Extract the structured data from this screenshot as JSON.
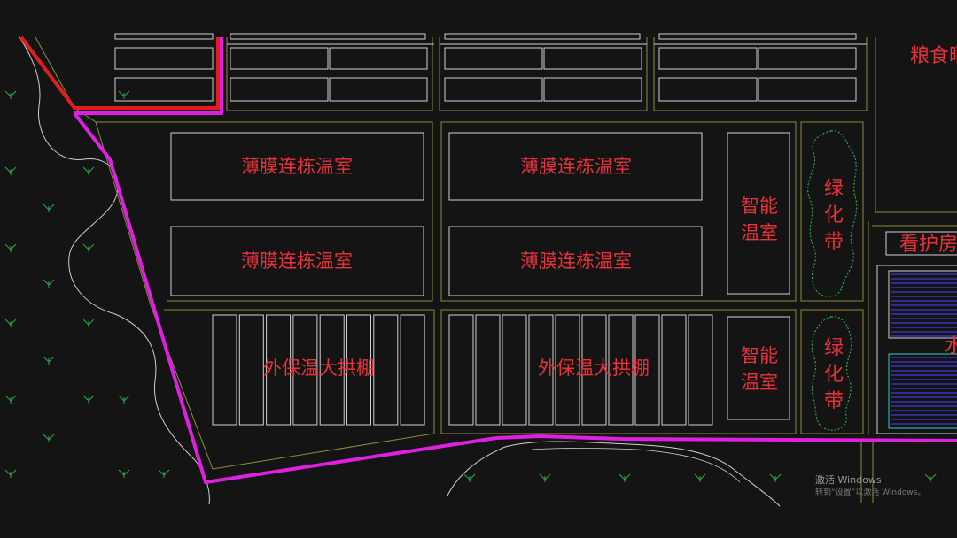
{
  "labels": {
    "film_greenhouse": "薄膜连栋温室",
    "arch_shed": "外保温大拱棚",
    "smart_greenhouse_line1": "智能",
    "smart_greenhouse_line2": "温室",
    "green_belt_1": "绿",
    "green_belt_2": "化",
    "green_belt_3": "带",
    "grain_building": "粮食晒",
    "guard_house": "看护房",
    "partial_label": "水"
  },
  "watermark": {
    "line1": "激活 Windows",
    "line2": "转到“设置”以激活 Windows。"
  },
  "colors": {
    "background": "#141414",
    "boundary_magenta": "#e020e0",
    "boundary_red": "#e01e1e",
    "label_red": "#e8323a",
    "road_yellow": "#8c8c3c",
    "building_white": "#cfcfcf",
    "greenery": "#2fa84f",
    "pond_blue": "#3c3cdc"
  }
}
